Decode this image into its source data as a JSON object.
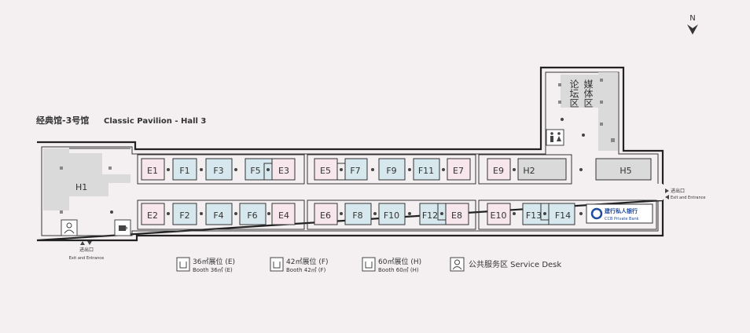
{
  "hall": {
    "title_cn": "经典馆-3号馆",
    "title_en": "Classic Pavilion -  Hall 3",
    "compass": "N"
  },
  "areas": {
    "forum": "论坛区",
    "media": "媒体区",
    "h1": "H1",
    "h2": "H2",
    "h5": "H5",
    "sponsor": "建行私人银行",
    "sponsor_en": "CCB Private Bank"
  },
  "booths": {
    "top": [
      "E1",
      "F1",
      "F3",
      "F5",
      "E3",
      "E5",
      "F7",
      "F9",
      "F11",
      "E7",
      "E9"
    ],
    "bottom": [
      "E2",
      "F2",
      "F4",
      "F6",
      "E4",
      "E6",
      "F8",
      "F10",
      "F12",
      "E8",
      "E10",
      "F13",
      "F14"
    ]
  },
  "entrances": {
    "right_cn": "进出口",
    "right_en": "Exit and Entrance",
    "left_cn": "进出口",
    "left_en": "Exit and Entrance"
  },
  "legend": [
    {
      "cn": "36㎡展位 (E)",
      "en": "Booth 36㎡ (E)"
    },
    {
      "cn": "42㎡展位 (F)",
      "en": "Booth 42㎡ (F)"
    },
    {
      "cn": "60㎡展位 (H)",
      "en": "Booth 60㎡ (H)"
    },
    {
      "cn": "公共服务区 Service Desk",
      "en": ""
    }
  ],
  "colors": {
    "background": "#f4f0f1",
    "booth_e": "#f7e6ec",
    "booth_f": "#d6e8ee",
    "booth_h": "#dadada"
  }
}
